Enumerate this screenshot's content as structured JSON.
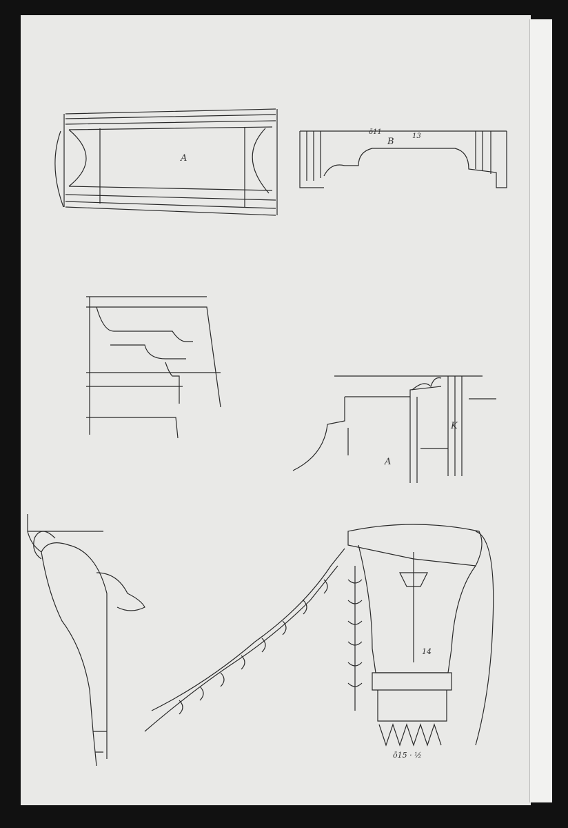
{
  "sheet": {
    "paper_color": "#e9e9e7",
    "ink_color": "#2a2a2a",
    "background_color": "#111111"
  },
  "annotations": {
    "label_a1": "A",
    "label_a2": "A",
    "label_b": "B",
    "label_k": "K",
    "dim_14": "14",
    "dim_15": "ō15 · ½",
    "dim_11": "ō11",
    "dim_13": "13"
  }
}
